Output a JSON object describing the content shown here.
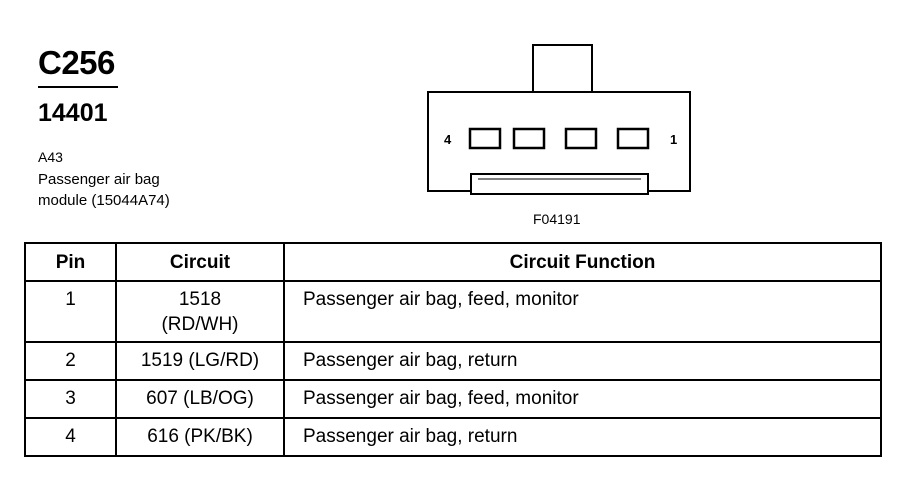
{
  "header": {
    "connector_id": "C256",
    "part_number": "14401",
    "location_code": "A43",
    "description_lines": [
      "Passenger air bag",
      "module (15044A74)"
    ]
  },
  "diagram": {
    "left_pin_label": "4",
    "right_pin_label": "1",
    "figure_code": "F04191",
    "terminal_count": 4
  },
  "table": {
    "columns": [
      "Pin",
      "Circuit",
      "Circuit Function"
    ],
    "rows": [
      {
        "pin": "1",
        "circuit": [
          "1518",
          "(RD/WH)"
        ],
        "function": "Passenger air bag, feed, monitor"
      },
      {
        "pin": "2",
        "circuit": [
          "1519 (LG/RD)"
        ],
        "function": "Passenger air bag, return"
      },
      {
        "pin": "3",
        "circuit": [
          "607 (LB/OG)"
        ],
        "function": "Passenger air bag, feed, monitor"
      },
      {
        "pin": "4",
        "circuit": [
          "616 (PK/BK)"
        ],
        "function": "Passenger air bag, return"
      }
    ]
  }
}
